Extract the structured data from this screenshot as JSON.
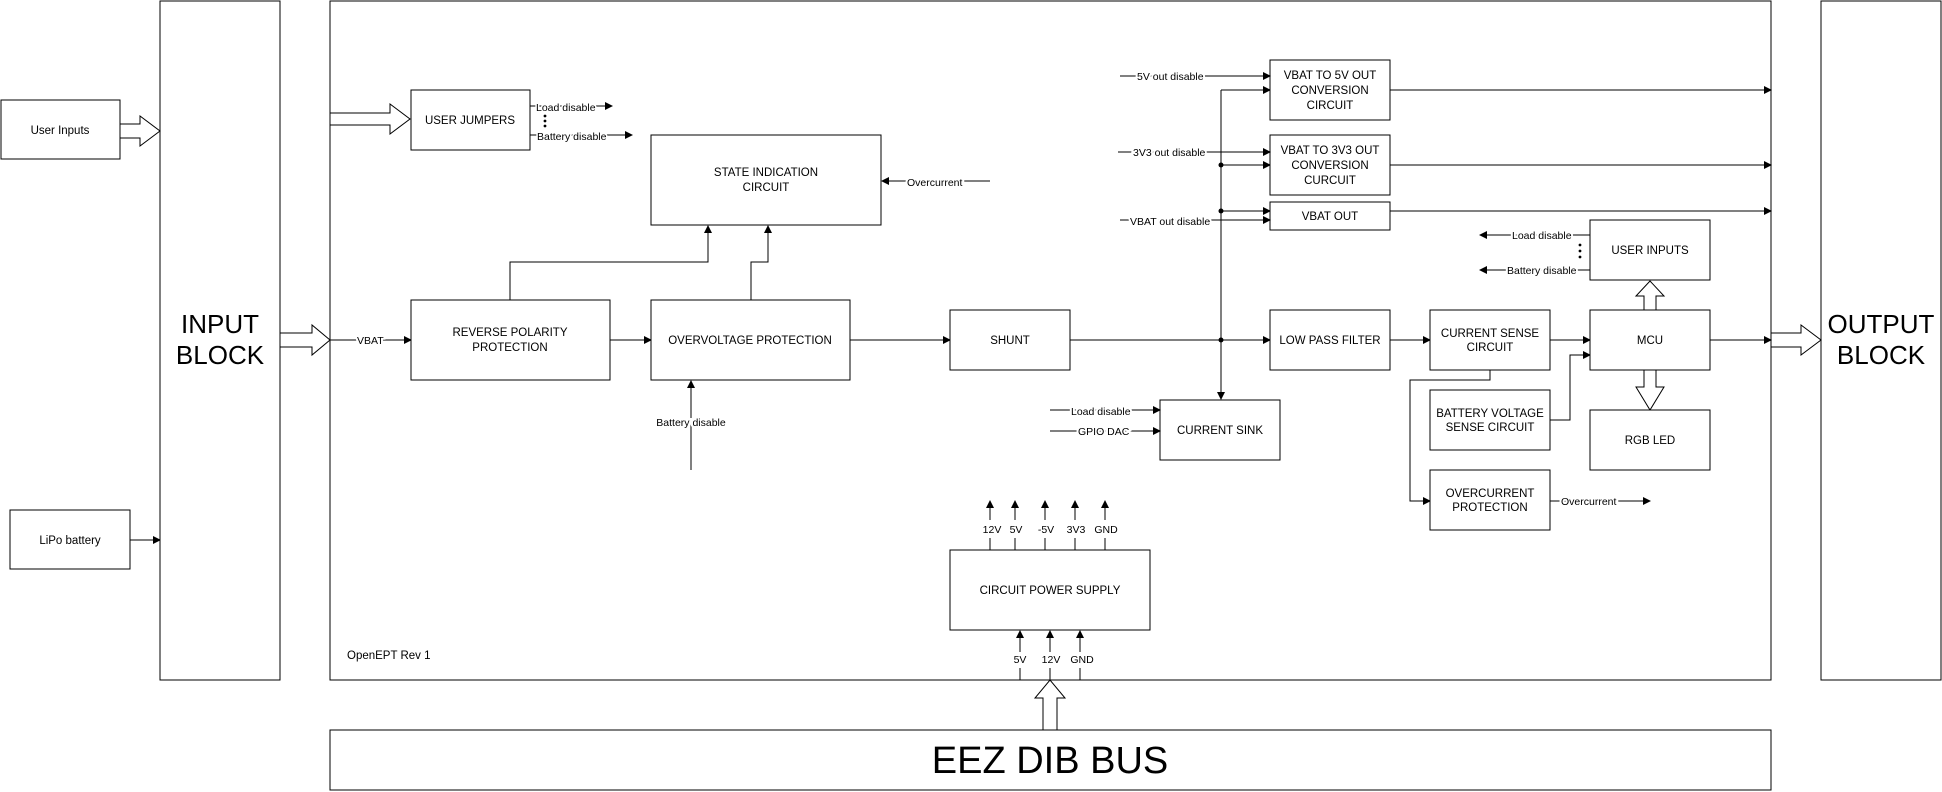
{
  "user_inputs_source": "User Inputs",
  "lipo_battery": "LiPo battery",
  "input_block": [
    "INPUT",
    "BLOCK"
  ],
  "output_block": [
    "OUTPUT",
    "BLOCK"
  ],
  "eez_bus": "EEZ DIB BUS",
  "revision": "OpenEPT Rev 1",
  "user_jumpers": {
    "title": "USER JUMPERS",
    "out_top": "Load disable",
    "out_bottom": "Battery disable"
  },
  "vbat_label": "VBAT",
  "reverse_polarity": [
    "REVERSE POLARITY",
    "PROTECTION"
  ],
  "overvoltage": "OVERVOLTAGE PROTECTION",
  "overvoltage_input": "Battery disable",
  "state_indication": [
    "STATE INDICATION",
    "CIRCUIT"
  ],
  "state_indication_input": "Overcurrent",
  "shunt": "SHUNT",
  "conv_5v": {
    "lines": [
      "VBAT TO 5V OUT",
      "CONVERSION",
      "CIRCUIT"
    ],
    "input": "5V out disable"
  },
  "conv_3v3": {
    "lines": [
      "VBAT TO 3V3 OUT",
      "CONVERSION",
      "CURCUIT"
    ],
    "input": "3V3 out disable"
  },
  "vbat_out": {
    "title": "VBAT OUT",
    "input": "VBAT out disable"
  },
  "current_sink": {
    "title": "CURRENT SINK",
    "in_top": "Load disable",
    "in_bottom": "GPIO DAC"
  },
  "low_pass": "LOW PASS FILTER",
  "current_sense": [
    "CURRENT SENSE",
    "CIRCUIT"
  ],
  "battery_voltage_sense": [
    "BATTERY VOLTAGE",
    "SENSE CIRCUIT"
  ],
  "overcurrent_protection": {
    "lines": [
      "OVERCURRENT",
      "PROTECTION"
    ],
    "output": "Overcurrent"
  },
  "user_inputs_block": {
    "title": "USER INPUTS",
    "out_top": "Load disable",
    "out_bottom": "Battery disable"
  },
  "mcu": "MCU",
  "rgb_led": "RGB LED",
  "power_supply": {
    "title": "CIRCUIT POWER SUPPLY",
    "outputs": [
      "12V",
      "5V",
      "-5V",
      "3V3",
      "GND"
    ],
    "inputs": [
      "5V",
      "12V",
      "GND"
    ]
  }
}
